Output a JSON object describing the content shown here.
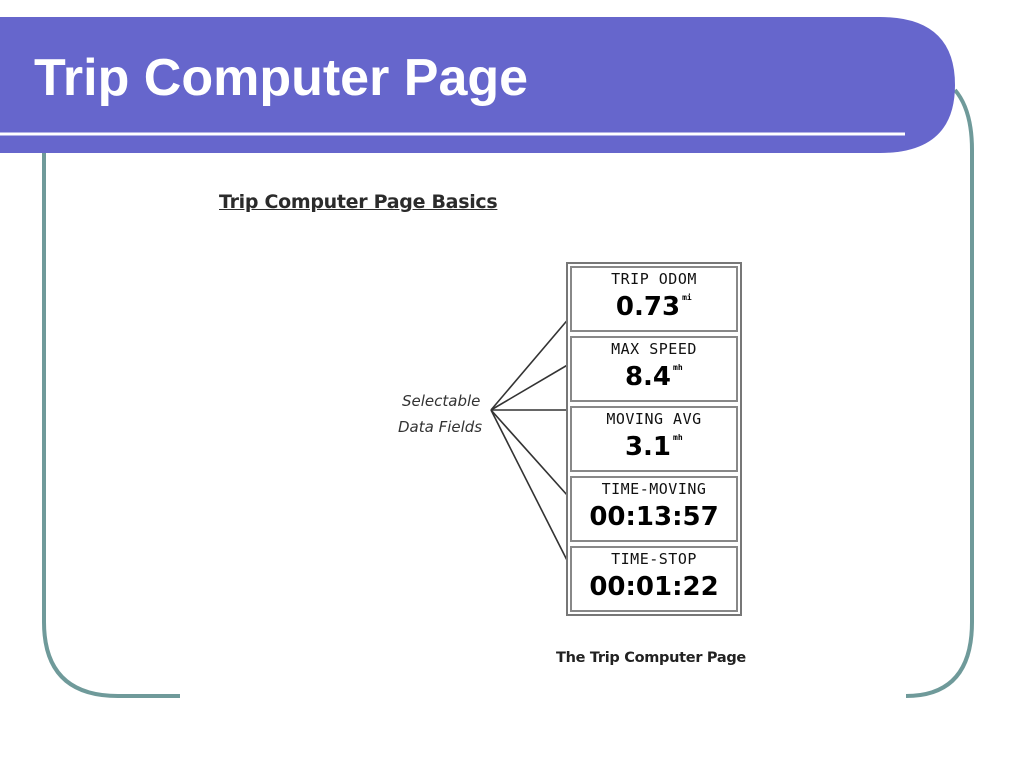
{
  "slide": {
    "title": "Trip Computer Page",
    "colors": {
      "title_bar": "#6666cc",
      "frame": "#6f9a9a",
      "title_text": "#ffffff"
    }
  },
  "content": {
    "heading": "Trip Computer Page Basics",
    "callout": {
      "line1": "Selectable",
      "line2": "Data Fields"
    },
    "fields": [
      {
        "label": "TRIP ODOM",
        "value": "0.73",
        "unit": "mi"
      },
      {
        "label": "MAX SPEED",
        "value": "8.4",
        "unit": "mh"
      },
      {
        "label": "MOVING AVG",
        "value": "3.1",
        "unit": "mh"
      },
      {
        "label": "TIME-MOVING",
        "value": "00:13:57",
        "unit": ""
      },
      {
        "label": "TIME-STOP",
        "value": "00:01:22",
        "unit": ""
      }
    ],
    "caption": "The Trip Computer Page"
  }
}
